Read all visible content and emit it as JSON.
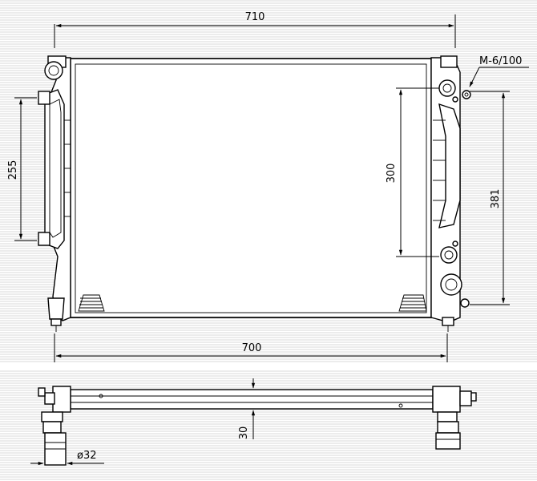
{
  "drawing": {
    "top_width_label": "710",
    "bottom_width_label": "700",
    "left_height_label": "255",
    "middle_height_label": "300",
    "right_height_label": "381",
    "thread_label": "M-6/100",
    "thickness_label": "30",
    "pipe_diameter_label": "ø32"
  },
  "colors": {
    "background": "#ffffff",
    "stripe": "#d9d9d9",
    "line": "#000000"
  }
}
